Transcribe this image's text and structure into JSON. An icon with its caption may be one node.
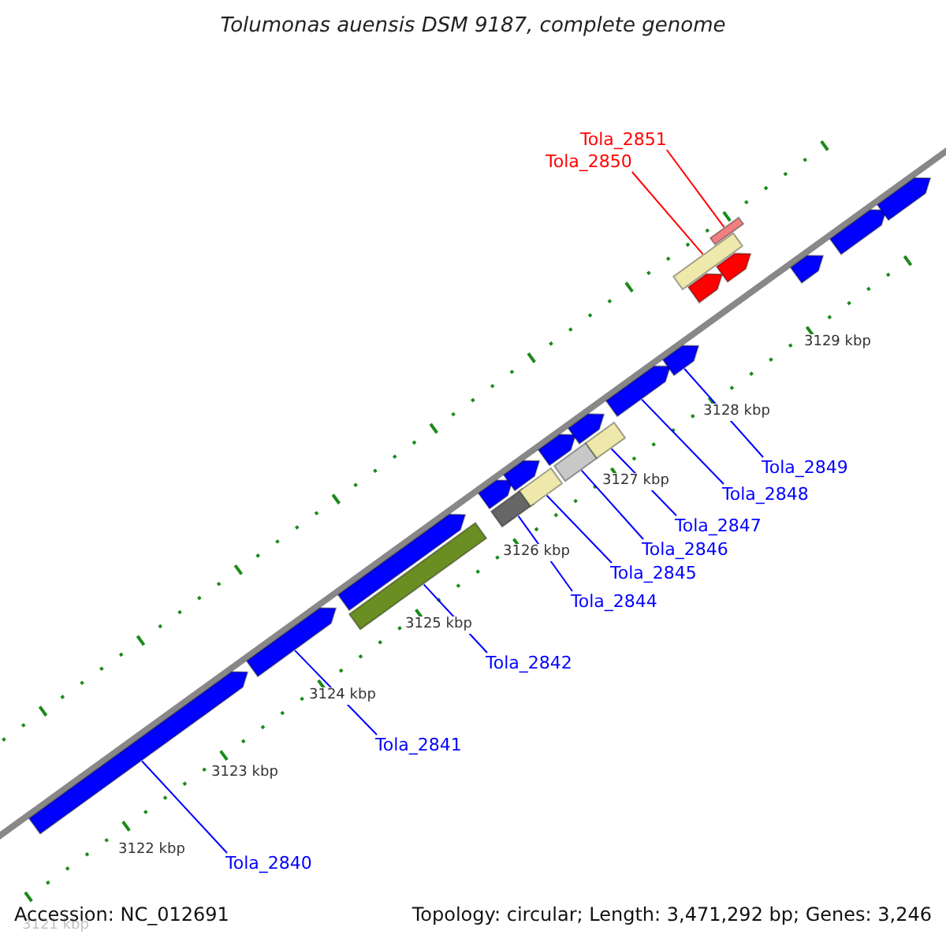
{
  "diagram": {
    "title": "Tolumonas auensis DSM 9187, complete genome",
    "nodes": [
      {
        "text": [
          "Tola_2851"
        ]
      },
      {
        "text": [
          "Tola_2850"
        ]
      },
      {
        "text": [
          "Tola_2849"
        ]
      },
      {
        "text": [
          "Tola_2848"
        ]
      },
      {
        "text": [
          "Tola_2847"
        ]
      },
      {
        "text": [
          "Tola_2846"
        ]
      },
      {
        "text": [
          "Tola_2845"
        ]
      },
      {
        "text": [
          "Tola_2844"
        ]
      },
      {
        "text": [
          "Tola_2842"
        ]
      },
      {
        "text": [
          "Tola_2841"
        ]
      },
      {
        "text": [
          "Tola_2840"
        ]
      },
      {
        "text": [],
        "shape": "bar"
      },
      {
        "text": [],
        "shape": "bar"
      },
      {
        "text": [],
        "shape": "bar"
      },
      {
        "text": [],
        "shape": "bar"
      },
      {
        "text": [],
        "shape": "bar"
      },
      {
        "text": [],
        "shape": "bar"
      },
      {
        "text": [],
        "shape": "bar"
      },
      {
        "text": [],
        "shape": "bar"
      },
      {
        "text": [],
        "shape": "bar"
      },
      {
        "text": [],
        "shape": "bar"
      },
      {
        "text": [],
        "shape": "bar"
      },
      {
        "text": [],
        "shape": "bar"
      },
      {
        "text": [],
        "shape": "bar"
      },
      {
        "text": [],
        "shape": "bar"
      },
      {
        "text": [],
        "shape": "bar"
      },
      {
        "text": [],
        "shape": "bar"
      },
      {
        "text": [],
        "shape": "bar"
      },
      {
        "text": [],
        "shape": "bar"
      },
      {
        "text": [],
        "shape": "bar"
      },
      {
        "text": [],
        "shape": "bar"
      },
      {
        "text": [],
        "shape": "bar"
      }
    ],
    "edges": [
      {
        "from": 0,
        "to": 21,
        "arrow": "none",
        "color": "#ff0000"
      },
      {
        "from": 1,
        "to": 20,
        "arrow": "none",
        "color": "#ff0000"
      },
      {
        "from": 2,
        "to": 19,
        "arrow": "none"
      },
      {
        "from": 3,
        "to": 18,
        "arrow": "none"
      },
      {
        "from": 4,
        "to": 17,
        "arrow": "none"
      },
      {
        "from": 5,
        "to": 16,
        "arrow": "none"
      },
      {
        "from": 6,
        "to": 15,
        "arrow": "none"
      },
      {
        "from": 7,
        "to": 14,
        "arrow": "none"
      },
      {
        "from": 8,
        "to": 13,
        "arrow": "none"
      },
      {
        "from": 9,
        "to": 12,
        "arrow": "none"
      },
      {
        "from": 10,
        "to": 11,
        "arrow": "none"
      }
    ],
    "labels": [
      "3129 kbp",
      "3128 kbp",
      "3127 kbp",
      "3126 kbp",
      "3125 kbp",
      "3124 kbp",
      "3123 kbp",
      "3122 kbp",
      "3121 kbp",
      "Accession: NC_012691",
      "Topology: circular; Length: 3,471,292 bp; Genes: 3,246"
    ]
  }
}
